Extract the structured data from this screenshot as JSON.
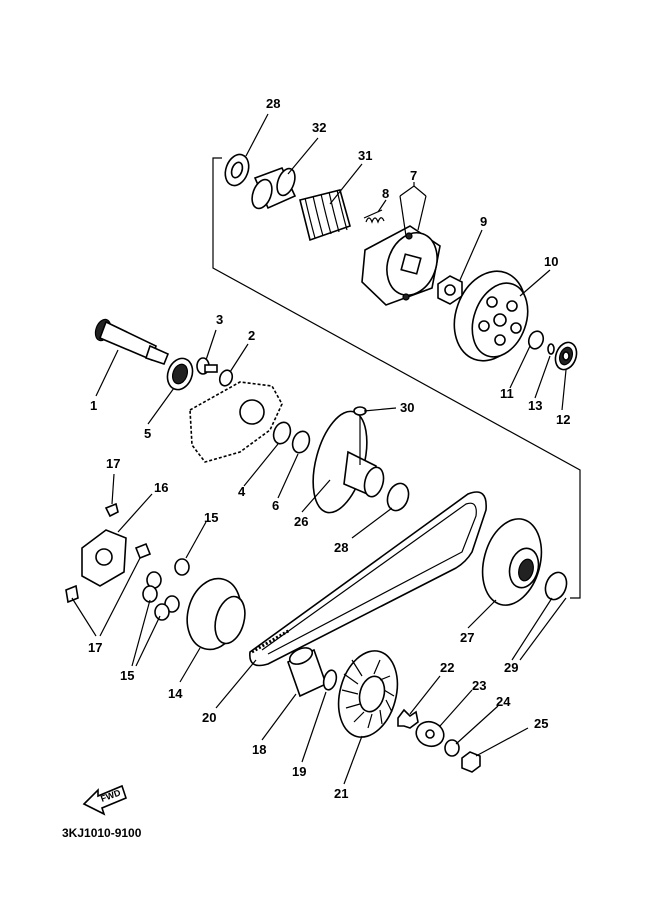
{
  "diagram": {
    "fwd_label": "FWD",
    "drawing_code": "3KJ1010-9100",
    "callouts": [
      {
        "id": "c1",
        "text": "1"
      },
      {
        "id": "c2",
        "text": "2"
      },
      {
        "id": "c3",
        "text": "3"
      },
      {
        "id": "c4",
        "text": "4"
      },
      {
        "id": "c5",
        "text": "5"
      },
      {
        "id": "c6",
        "text": "6"
      },
      {
        "id": "c7",
        "text": "7"
      },
      {
        "id": "c8",
        "text": "8"
      },
      {
        "id": "c9",
        "text": "9"
      },
      {
        "id": "c10",
        "text": "10"
      },
      {
        "id": "c11",
        "text": "11"
      },
      {
        "id": "c12",
        "text": "12"
      },
      {
        "id": "c13",
        "text": "13"
      },
      {
        "id": "c14",
        "text": "14"
      },
      {
        "id": "c15a",
        "text": "15"
      },
      {
        "id": "c15b",
        "text": "15"
      },
      {
        "id": "c16",
        "text": "16"
      },
      {
        "id": "c17a",
        "text": "17"
      },
      {
        "id": "c17b",
        "text": "17"
      },
      {
        "id": "c18",
        "text": "18"
      },
      {
        "id": "c19",
        "text": "19"
      },
      {
        "id": "c20",
        "text": "20"
      },
      {
        "id": "c21",
        "text": "21"
      },
      {
        "id": "c22",
        "text": "22"
      },
      {
        "id": "c23",
        "text": "23"
      },
      {
        "id": "c24",
        "text": "24"
      },
      {
        "id": "c25",
        "text": "25"
      },
      {
        "id": "c26",
        "text": "26"
      },
      {
        "id": "c27",
        "text": "27"
      },
      {
        "id": "c28a",
        "text": "28"
      },
      {
        "id": "c28b",
        "text": "28"
      },
      {
        "id": "c29",
        "text": "29"
      },
      {
        "id": "c30",
        "text": "30"
      },
      {
        "id": "c31",
        "text": "31"
      },
      {
        "id": "c32",
        "text": "32"
      }
    ]
  }
}
